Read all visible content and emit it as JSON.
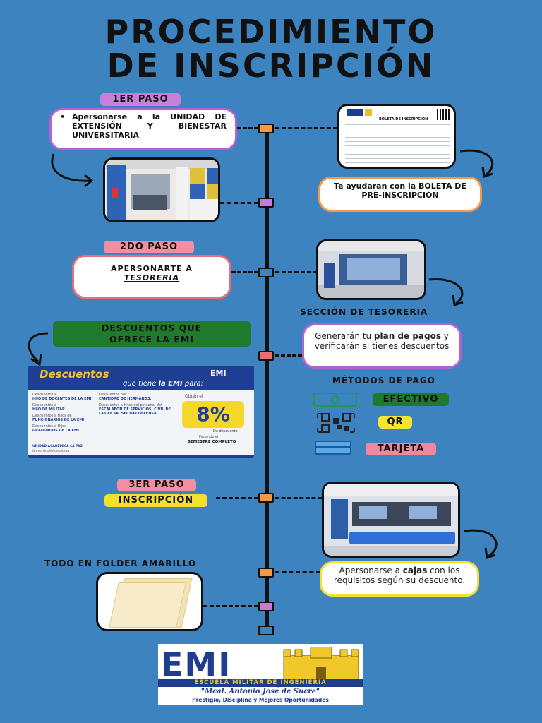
{
  "title": {
    "line1": "PROCEDIMIENTO",
    "line2": "DE INSCRIPCIÓN"
  },
  "step1": {
    "tag": "1ER PASO",
    "text": "Apersonarse a la UNIDAD DE EXTENSIÓN Y BIENESTAR UNIVERSITARIA",
    "help_text": "Te ayudaran con la BOLETA DE PRE-INSCRIPCIÓN",
    "form_title": "BOLETA DE INSCRIPCION"
  },
  "step2": {
    "tag": "2DO PASO",
    "text_line1": "APERSONARTE A",
    "text_line2": "TESORERIA",
    "section_label": "SECCIÓN DE TESORERIA",
    "payment_text_pre": "Generarán tu ",
    "payment_text_bold": "plan de pagos",
    "payment_text_post": " y verificarán si tienes descuentos"
  },
  "discounts": {
    "header": "DESCUENTOS  QUE OFRECE LA EMI",
    "banner_title": "Descuentos",
    "banner_subtitle_pre": "que tiene ",
    "banner_subtitle_bold": "la EMI",
    "banner_subtitle_post": " para:",
    "col1": [
      {
        "small": "Descuentos a",
        "bold": "HIJO DE DOCENTES DE LA EMI"
      },
      {
        "small": "Descuentos a",
        "bold": "HIJO DE MILITAR"
      },
      {
        "small": "Descuentos a Hijos de",
        "bold": "FUNCIONARIOS DE LA EMI"
      },
      {
        "small": "Descuentos a Hijos",
        "bold": "GRADUADOS DE LA EMI"
      }
    ],
    "col2": [
      {
        "small": "Descuentos por",
        "bold": "CANTIDAD DE HERMANOS."
      },
      {
        "small": "Descuentos a Hijos del personal del",
        "bold": "ESCALAFÓN DE SERVICIOS, CIVIL DE LAS FF.AA. SECTOR DEFENSA"
      }
    ],
    "obten": "Obtén el",
    "percent": "8%",
    "percent_caption": "De descuento",
    "pay_line1": "Pagando el",
    "pay_line2": "SEMESTRE COMPLETO",
    "footer_line1": "UNIDAD ACADÉMICA LA PAZ",
    "footer_line2": "Universidad Acreditada"
  },
  "payment_methods": {
    "title": "MÉTODOS DE PAGO",
    "items": [
      {
        "label": "EFECTIVO",
        "icon": "cash-icon",
        "color": "#1a7a2e"
      },
      {
        "label": "QR",
        "icon": "qr-code-icon",
        "color": "#f5e531"
      },
      {
        "label": "TARJETA",
        "icon": "credit-card-icon",
        "color": "#f0879a"
      }
    ]
  },
  "step3": {
    "tag": "3ER PASO",
    "sub_tag": "INSCRIPCIÓN",
    "folder_label": "TODO EN FOLDER AMARILLO",
    "cajas_pre": "Apersonarse a ",
    "cajas_bold": "cajas",
    "cajas_post": " con los requisitos según su descuento."
  },
  "logo": {
    "text": "EMI",
    "line1": "ESCUELA MILITAR DE INGENIERÍA",
    "line2": "\"Mcal. Antonio José de Sucre\"",
    "line3": "Prestigio, Disciplina y Mejores Oportunidades"
  },
  "colors": {
    "background": "#3d83bf",
    "purple_tag": "#c77fd9",
    "pink_tag": "#f18ea2",
    "green_tag": "#1f7a2e",
    "yellow_tag": "#f5e02c",
    "orange_border": "#f2984a",
    "purple_border": "#b561d6",
    "red_border": "#ea6d75"
  }
}
